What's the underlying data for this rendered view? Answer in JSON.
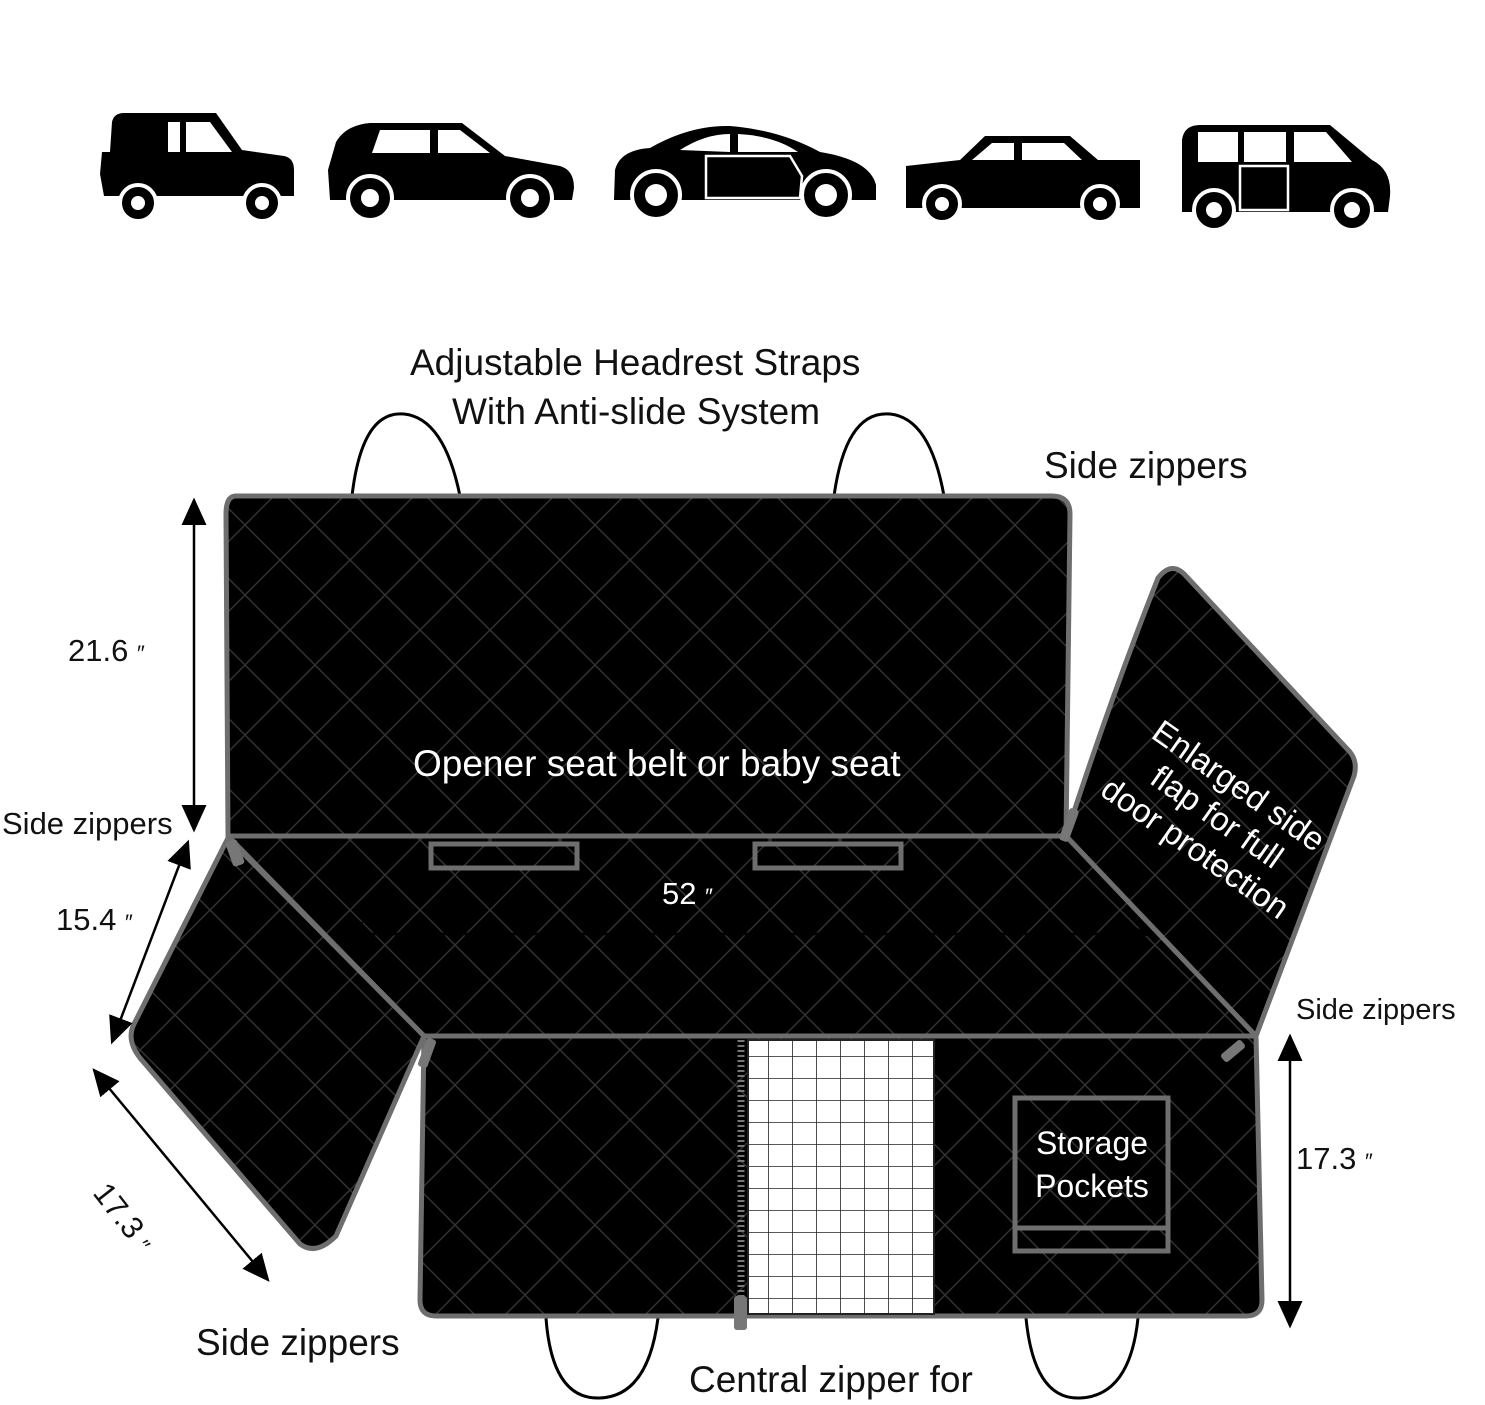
{
  "vehicle_icons": [
    {
      "icon": "suv-jeep-icon"
    },
    {
      "icon": "hatchback-car-icon"
    },
    {
      "icon": "sports-coupe-icon"
    },
    {
      "icon": "pickup-sedan-icon"
    },
    {
      "icon": "minivan-icon"
    }
  ],
  "labels": {
    "headrest_line1": "Adjustable Headrest Straps",
    "headrest_line2": "With Anti-slide System",
    "side_zippers_top_right": "Side zippers",
    "side_zippers_left": "Side zippers",
    "side_zippers_right": "Side zippers",
    "side_zippers_bottom_left": "Side zippers",
    "opener": "Opener seat belt or baby seat",
    "flap_line1": "Enlarged side",
    "flap_line2": "flap for full",
    "flap_line3": "door protection",
    "storage_line1": "Storage",
    "storage_line2": "Pockets",
    "central_zipper": "Central zipper for"
  },
  "dimensions": {
    "backrest_height": "21.6",
    "seat_width": "52",
    "left_flap_depth": "15.4",
    "left_flap_length": "17.3",
    "bottom_flap_height": "17.3",
    "inch_mark": "″"
  },
  "colors": {
    "cover": "#000000",
    "quilt_lines": "#333333",
    "piping": "#6e6e6e",
    "text": "#111111",
    "mesh": "#ffffff"
  }
}
